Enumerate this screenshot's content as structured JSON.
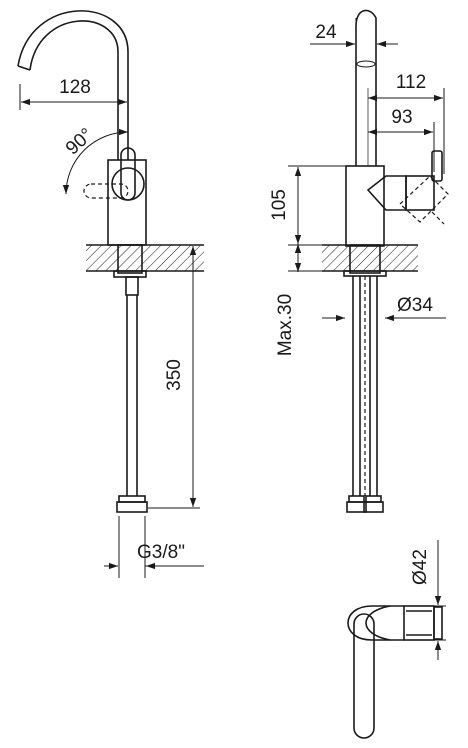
{
  "dimensions": {
    "spout_reach": "128",
    "rotation": "90°",
    "lever_width": "24",
    "height_to_spout": "112",
    "height_to_lever": "93",
    "body_height": "105",
    "max_deck": "Max.30",
    "body_diameter": "Ø34",
    "hose_length": "350",
    "connection": "G3/8\"",
    "top_diameter": "Ø42"
  }
}
